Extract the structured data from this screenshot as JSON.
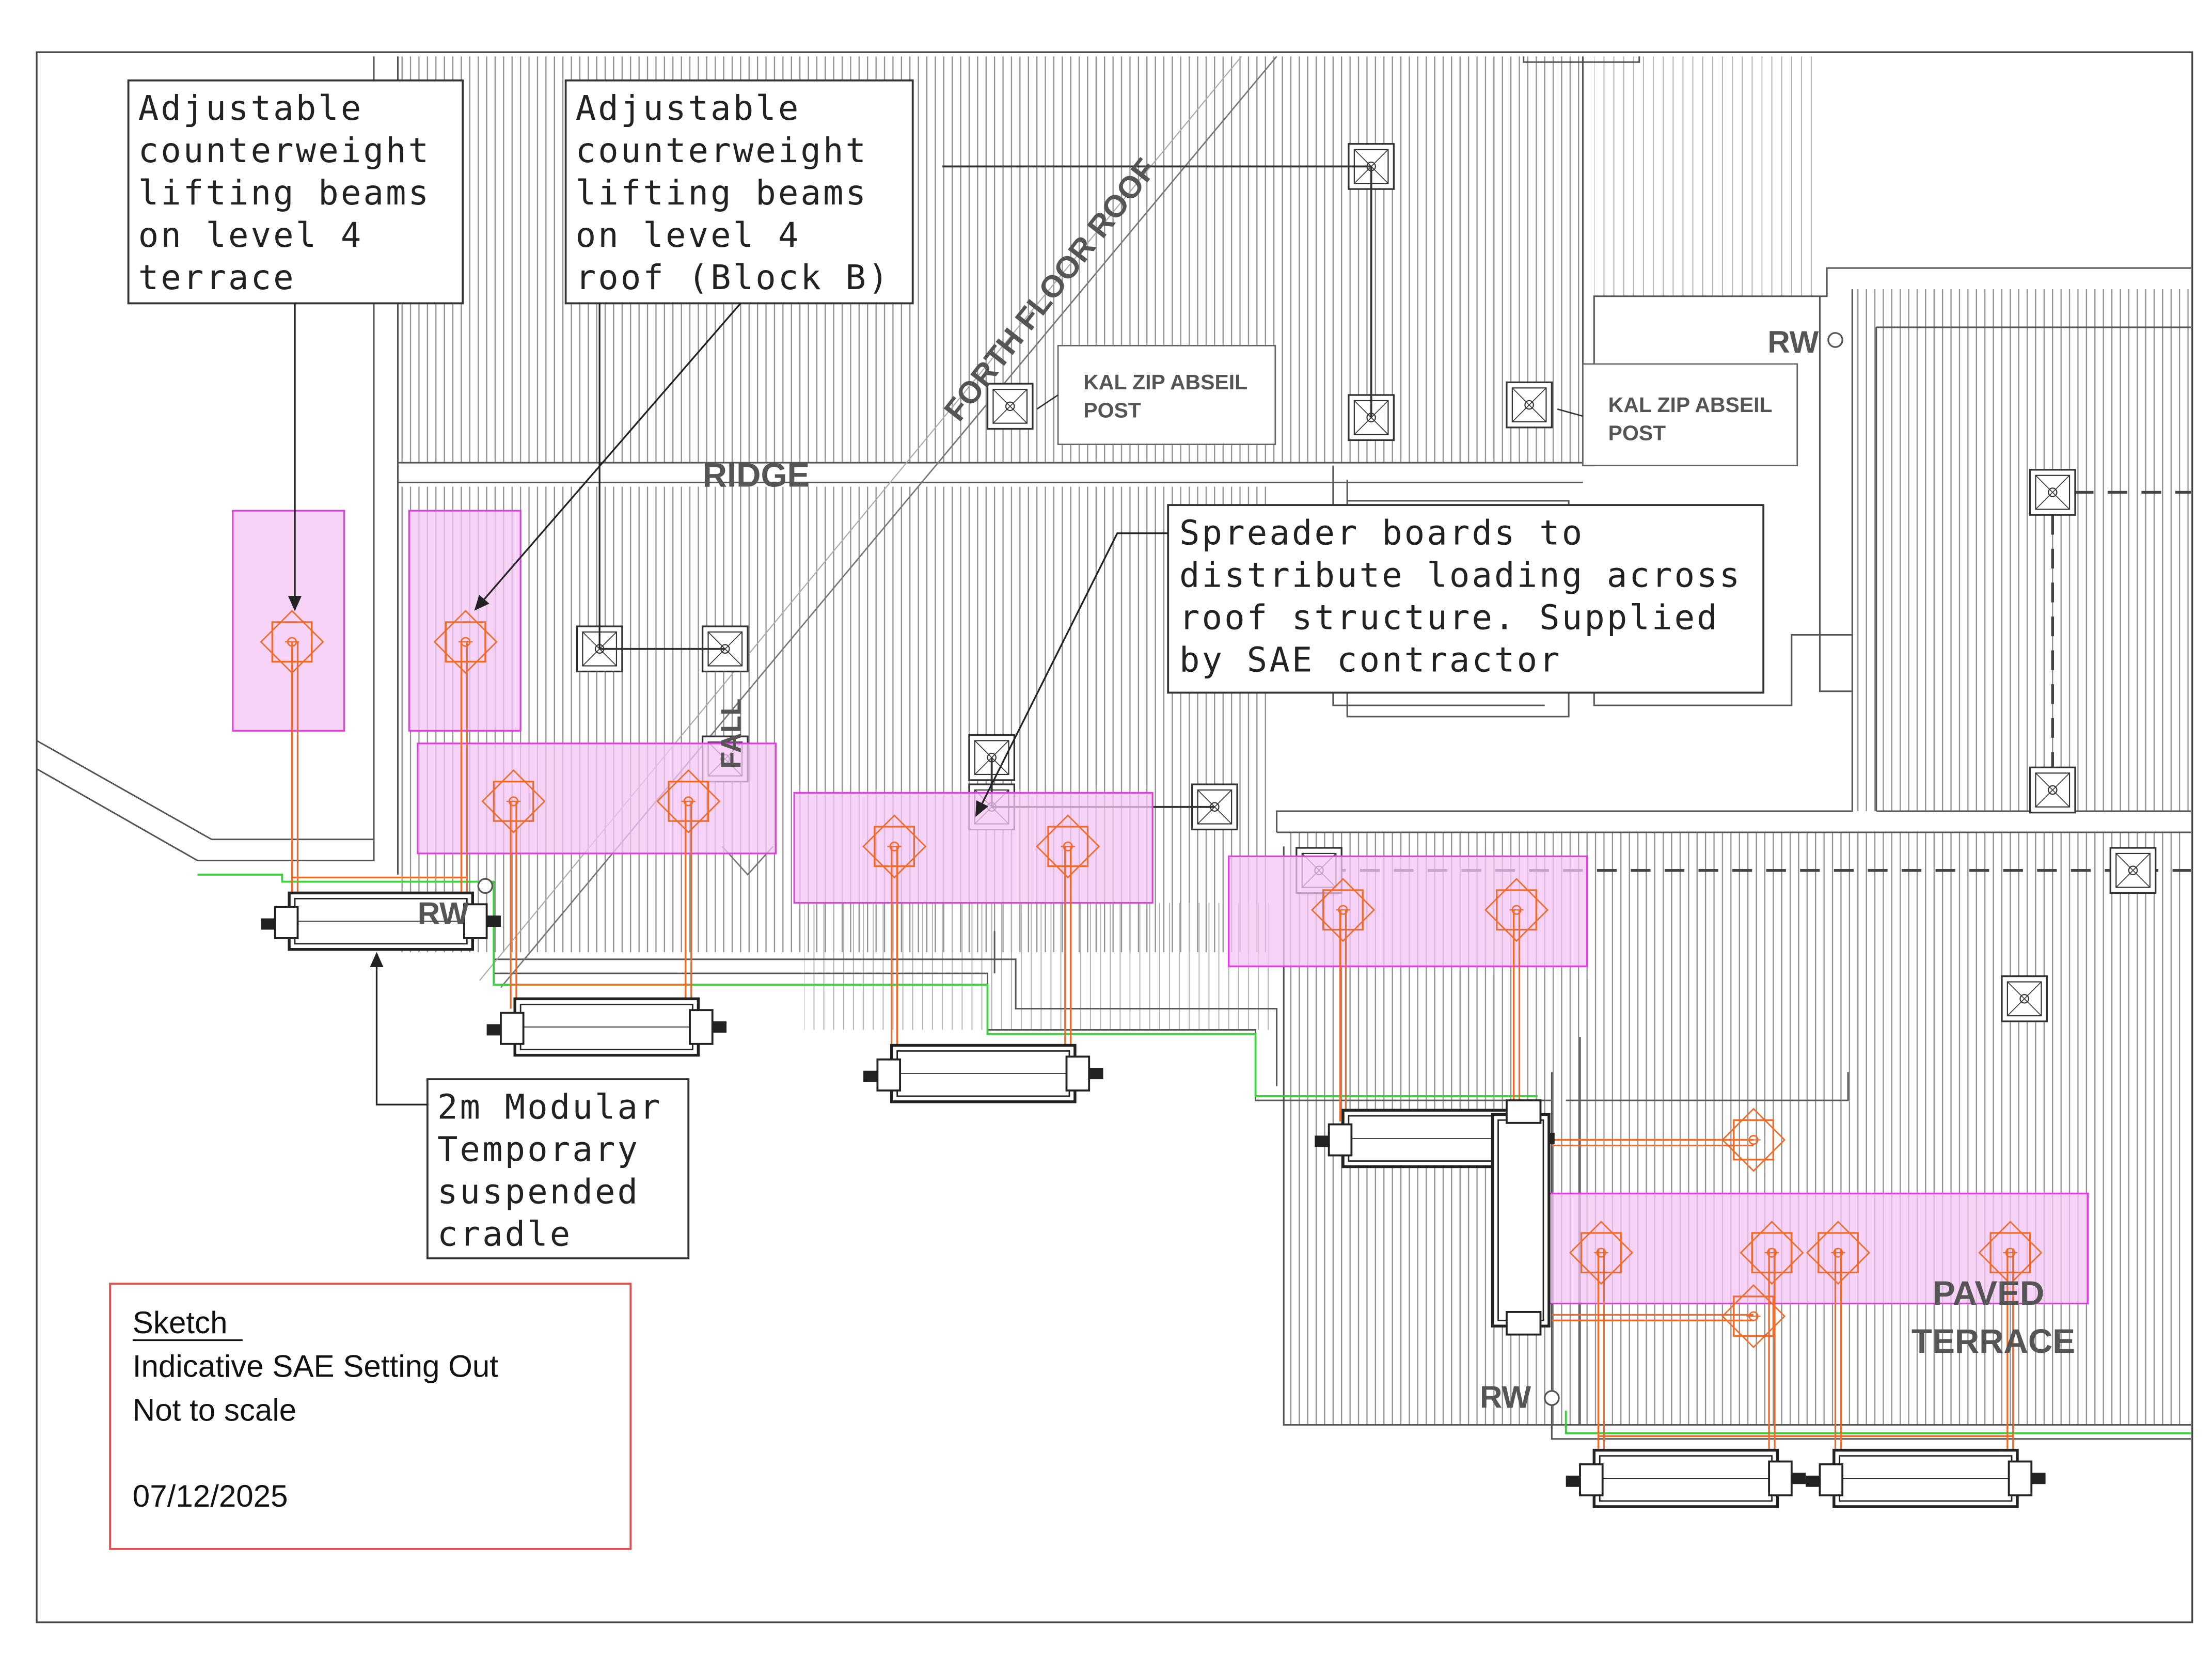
{
  "callouts": {
    "terrace_beams": [
      "Adjustable",
      "counterweight",
      "lifting beams",
      "on level 4",
      "terrace"
    ],
    "roof_beams": [
      "Adjustable",
      "counterweight",
      "lifting beams",
      "on level 4",
      "roof (Block B)"
    ],
    "spreader_boards": [
      "Spreader boards to",
      "distribute loading across",
      "roof structure. Supplied",
      "by SAE contractor"
    ],
    "cradle": [
      "2m Modular",
      "Temporary",
      "suspended",
      "cradle"
    ]
  },
  "labels": {
    "ridge": "RIDGE",
    "fall": "FALL",
    "forth_floor_roof": "FORTH FLOOR ROOF",
    "kal_zip_1": [
      "KAL ZIP ABSEIL",
      "POST"
    ],
    "kal_zip_2": [
      "KAL ZIP ABSEIL",
      "POST"
    ],
    "rw_top": "RW",
    "rw_mid": "RW",
    "rw_bottom": "RW",
    "paved_terrace": [
      "PAVED",
      "TERRACE"
    ]
  },
  "sketch_note": {
    "title": "Sketch",
    "line1": "Indicative SAE Setting Out",
    "line2": "Not to scale",
    "date": "07/12/2025"
  },
  "colors": {
    "linework": "#555555",
    "hatch": "#8a8a8a",
    "magenta_fill": "#f4c6f4",
    "magenta_stroke": "#e040e0",
    "orange": "#f06a2a",
    "green": "#3ecf3e",
    "note_border": "#e05050"
  }
}
